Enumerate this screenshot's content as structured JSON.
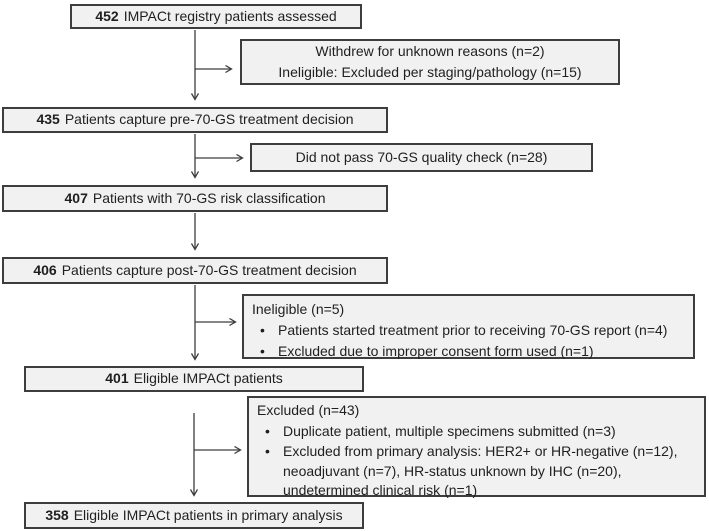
{
  "flowchart": {
    "colors": {
      "box_fill": "#f1f1f1",
      "box_border": "#3d3d3d",
      "arrow": "#3d3d3d",
      "text": "#1f1f1f"
    },
    "main_boxes": [
      {
        "count": "452",
        "label": "IMPACt registry patients assessed"
      },
      {
        "count": "435",
        "label": "Patients capture pre-70-GS treatment decision"
      },
      {
        "count": "407",
        "label": "Patients with 70-GS risk classification"
      },
      {
        "count": "406",
        "label": "Patients capture post-70-GS treatment decision"
      },
      {
        "count": "401",
        "label": "Eligible IMPACt patients"
      },
      {
        "count": "358",
        "label": "Eligible IMPACt patients in primary analysis"
      }
    ],
    "side_boxes": [
      {
        "lines": [
          "Withdrew for unknown reasons (n=2)",
          "Ineligible: Excluded per staging/pathology (n=15)"
        ]
      },
      {
        "lines": [
          "Did not pass 70-GS quality check (n=28)"
        ]
      },
      {
        "header": "Ineligible (n=5)",
        "bullets": [
          "Patients started treatment prior to receiving 70-GS report (n=4)",
          "Excluded due to improper consent form used (n=1)"
        ]
      },
      {
        "header": "Excluded (n=43)",
        "bullets": [
          "Duplicate patient, multiple specimens submitted (n=3)",
          "Excluded from primary analysis: HER2+ or HR-negative (n=12),\nneoadjuvant (n=7), HR-status unknown by IHC (n=20),\nundetermined clinical risk (n=1)"
        ]
      }
    ]
  }
}
